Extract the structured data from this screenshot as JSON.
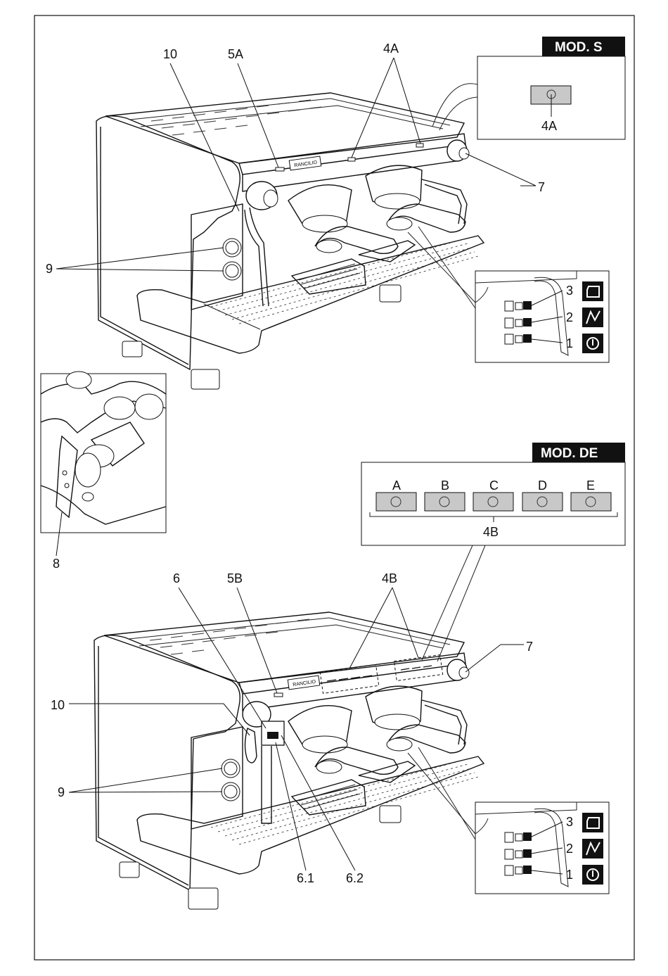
{
  "top_view": {
    "labels": {
      "l10": "10",
      "l5a": "5A",
      "l4a": "4A",
      "l7": "7",
      "l9": "9"
    },
    "brand": "RANCILIO",
    "mod_s": {
      "tag": "MOD. S",
      "button_label": "4A"
    },
    "selector_panel": {
      "positions": [
        "3",
        "2",
        "1"
      ]
    }
  },
  "detail_view": {
    "label": "8"
  },
  "bottom_view": {
    "mod_de": {
      "tag": "MOD. DE",
      "buttons": [
        "A",
        "B",
        "C",
        "D",
        "E"
      ],
      "group_label": "4B"
    },
    "labels": {
      "l6": "6",
      "l5b": "5B",
      "l4b": "4B",
      "l7": "7",
      "l10": "10",
      "l9": "9",
      "l61": "6.1",
      "l62": "6.2"
    },
    "brand": "RANCILIO",
    "selector_panel": {
      "positions": [
        "3",
        "2",
        "1"
      ]
    }
  },
  "colors": {
    "ink": "#111111",
    "button_fill": "#c8c8c8",
    "tag_fill": "#111111"
  }
}
